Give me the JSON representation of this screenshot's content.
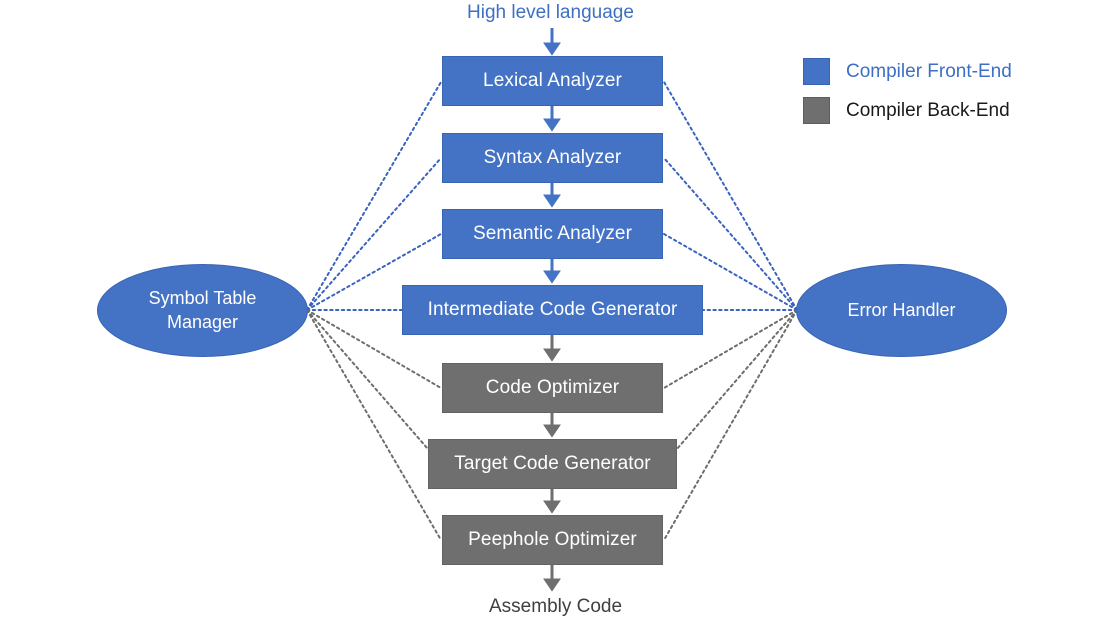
{
  "diagram": {
    "title_top": "High level language",
    "title_bottom": "Assembly Code",
    "colors": {
      "front_end": "#4472C4",
      "back_end": "#706F6F",
      "front_end_text": "#3E6FC4",
      "back_end_text": "#1a1a1a",
      "arrow_blue": "#4472C4",
      "arrow_gray": "#706F6F"
    },
    "phases": [
      {
        "label": "Lexical Analyzer",
        "group": "front-end"
      },
      {
        "label": "Syntax Analyzer",
        "group": "front-end"
      },
      {
        "label": "Semantic Analyzer",
        "group": "front-end"
      },
      {
        "label": "Intermediate Code Generator",
        "group": "front-end"
      },
      {
        "label": "Code Optimizer",
        "group": "back-end"
      },
      {
        "label": "Target Code Generator",
        "group": "back-end"
      },
      {
        "label": "Peephole Optimizer",
        "group": "back-end"
      }
    ],
    "side_nodes": {
      "left": {
        "line1": "Symbol Table",
        "line2": "Manager"
      },
      "right": {
        "line1": "Error Handler",
        "line2": ""
      }
    },
    "legend": {
      "items": [
        {
          "label": "Compiler Front-End",
          "swatch": "blue"
        },
        {
          "label": "Compiler Back-End",
          "swatch": "gray"
        }
      ]
    }
  }
}
